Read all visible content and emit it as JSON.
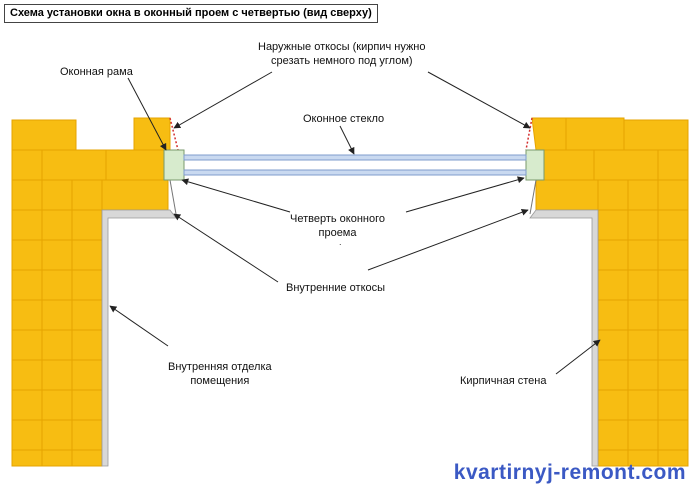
{
  "title": "Схема установки окна в оконный проем с четвертью (вид сверху)",
  "labels": {
    "window_frame": "Оконная рама",
    "outer_slopes_line1": "Наружные откосы (кирпич нужно",
    "outer_slopes_line2": "срезать немного под углом)",
    "glass": "Оконное стекло",
    "quarter_line1": "Четверть оконного",
    "quarter_line2": "проема",
    "inner_slopes": "Внутренние откосы",
    "inner_finish_line1": "Внутренняя отделка",
    "inner_finish_line2": "помещения",
    "brick_wall": "Кирпичная стена"
  },
  "watermark": "kvartirnyj-remont.com",
  "colors": {
    "brick": "#f7bd12",
    "brick_edge": "#e6a300",
    "frame": "#d7ebcd",
    "glass": "#a9c2e6",
    "finish": "#d8d8d8",
    "arrow": "#222222",
    "cut_line": "#d32f2f"
  }
}
